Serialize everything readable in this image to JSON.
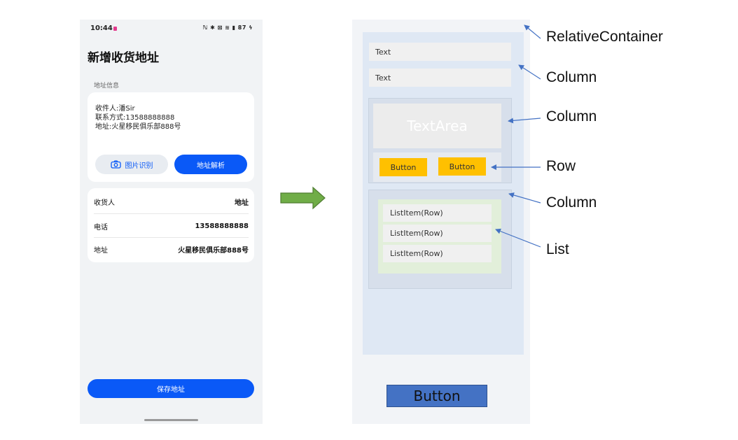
{
  "phone": {
    "status": {
      "time": "10:44",
      "icons": "ℕ ✱ ⊠ ≋ ▮ 87 ϟ"
    },
    "title": "新增收货地址",
    "section_label": "地址信息",
    "address_text": "收件人:潘Sir\n联系方式:13588888888\n地址:火星移民俱乐部888号",
    "photo_button": "图片识别",
    "parse_button": "地址解析",
    "rows": [
      {
        "label": "收货人",
        "value": "地址"
      },
      {
        "label": "电话",
        "value": "13588888888"
      },
      {
        "label": "地址",
        "value": "火星移民俱乐部888号"
      }
    ],
    "save_button": "保存地址"
  },
  "diagram": {
    "text1": "Text",
    "text2": "Text",
    "textarea": "TextArea",
    "button1": "Button",
    "button2": "Button",
    "list_items": [
      "ListItem(Row)",
      "ListItem(Row)",
      "ListItem(Row)"
    ],
    "big_button": "Button"
  },
  "labels": {
    "relative_container": "RelativeContainer",
    "column1": "Column",
    "column2": "Column",
    "row": "Row",
    "column3": "Column",
    "list": "List"
  },
  "colors": {
    "primary_blue": "#0a59f7",
    "arrow_green": "#70ad47",
    "button_yellow": "#ffc000",
    "connector_blue": "#4472c4"
  }
}
